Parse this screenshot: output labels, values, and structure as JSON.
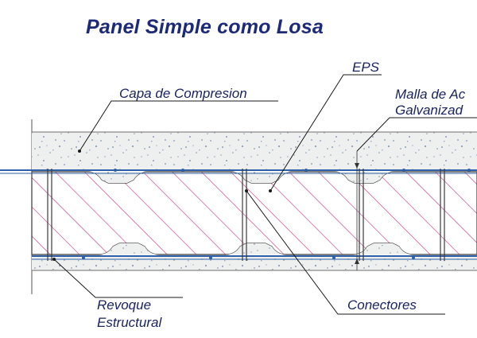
{
  "title": "Panel Simple como Losa",
  "labels": {
    "eps": "EPS",
    "capa_compresion": "Capa de Compresion",
    "malla_line1": "Malla de Ac",
    "malla_line2": "Galvanizad",
    "revoque_line1": "Revoque",
    "revoque_line2": "Estructural",
    "conectores": "Conectores"
  },
  "colors": {
    "title": "#1c2a78",
    "label_text": "#1a2460",
    "concrete_fill": "#eef0ef",
    "concrete_speckle": "#8a9bb8",
    "eps_hatch": "#c0408a",
    "outline": "#3a3a3a",
    "mesh_wire": "#2f5fa6"
  }
}
